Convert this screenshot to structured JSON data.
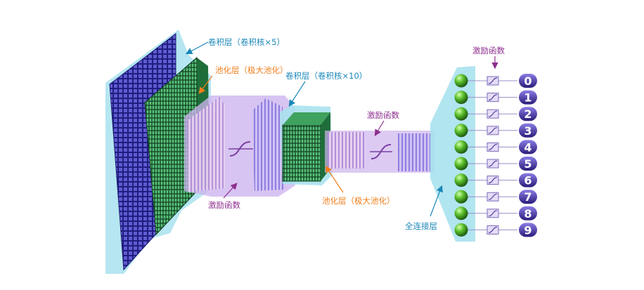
{
  "colors": {
    "blue_label": "#1a87b8",
    "orange_label": "#f07d1a",
    "purple_label": "#8e2f8f",
    "cyan_envelope": "#a8e2ee",
    "purple_envelope": "#cdb3ee",
    "blue_grid": "#3d3ab0",
    "green_grid": "#2e8d4e",
    "light_grid": "#a897e6",
    "node_green": "#4caa2a",
    "digit_purple": "#3a2a9a"
  },
  "labels": {
    "conv1": "卷积层（卷积核×5）",
    "pool1": "池化层（极大池化）",
    "conv2": "卷积层（卷积核×10）",
    "activation_top": "激励函数",
    "activation_mid": "激励函数",
    "activation_bottom": "激励函数",
    "pool2": "池化层（极大池化）",
    "fully_connected": "全连接层"
  },
  "outputs": [
    "0",
    "1",
    "2",
    "3",
    "4",
    "5",
    "6",
    "7",
    "8",
    "9"
  ]
}
